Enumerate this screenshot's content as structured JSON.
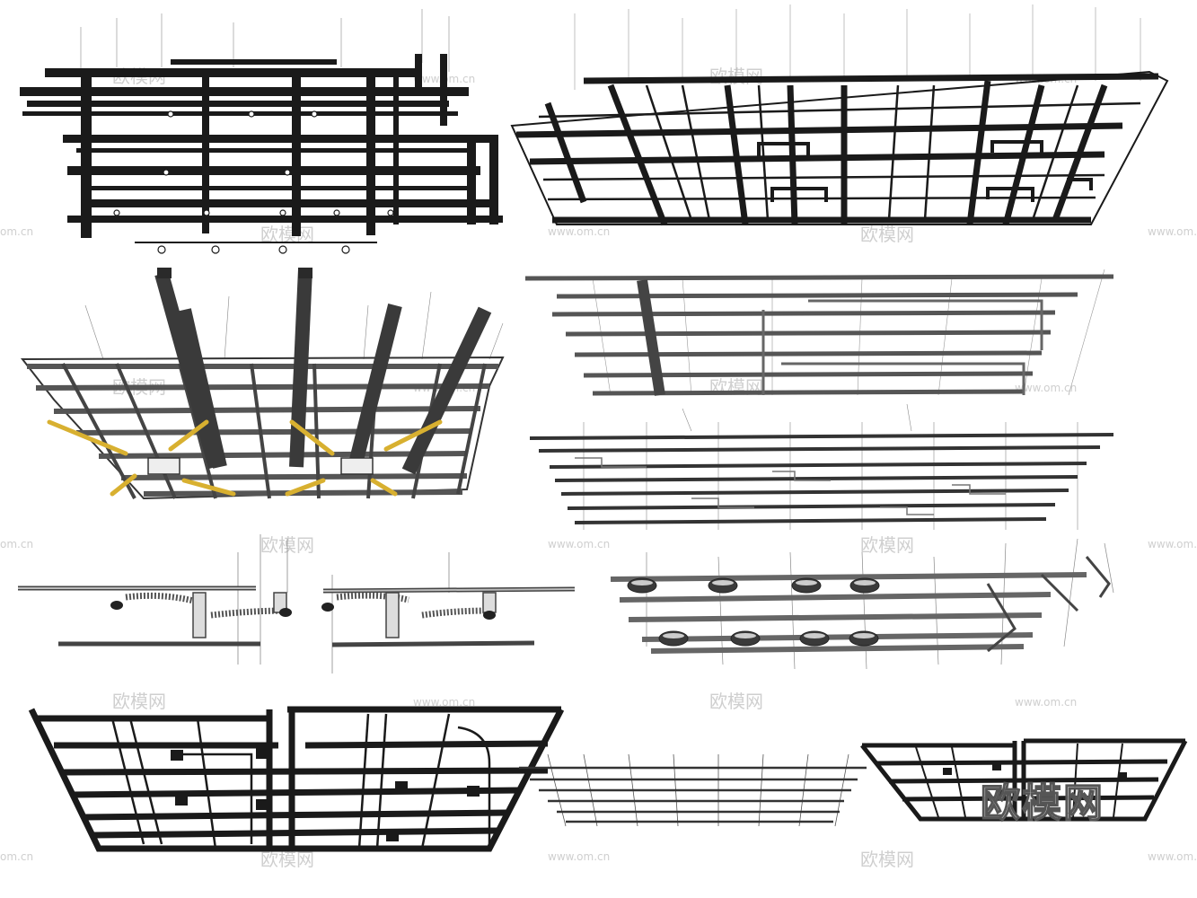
{
  "watermark_large": "欧模网",
  "watermark_small": "欧模网",
  "watermark_url": "www.om.cn",
  "watermark_url_short": "om.cn",
  "colors": {
    "pipe_dark": "#1a1a1a",
    "pipe_grey": "#555555",
    "pipe_light": "#9a9a9a",
    "accent_yellow": "#d8b030",
    "watermark": "#c8c8c8"
  },
  "panels": [
    {
      "id": "panel-1",
      "icon": "pipe-bundle-flat-dark"
    },
    {
      "id": "panel-2",
      "icon": "ceiling-grid-perspective-dark"
    },
    {
      "id": "panel-3",
      "icon": "ceiling-grid-ducts-yellow-lights"
    },
    {
      "id": "panel-4",
      "icon": "ceiling-pipes-grey"
    },
    {
      "id": "panel-5",
      "icon": "ceiling-pipes-thin-grey"
    },
    {
      "id": "panel-6",
      "icon": "flex-duct-runs"
    },
    {
      "id": "panel-7",
      "icon": "pipes-with-round-vents"
    },
    {
      "id": "panel-8",
      "icon": "ceiling-frame-dark-large"
    },
    {
      "id": "panel-9",
      "icon": "ceiling-pipes-wide-thin"
    },
    {
      "id": "panel-10",
      "icon": "ceiling-frame-dark-small"
    }
  ]
}
